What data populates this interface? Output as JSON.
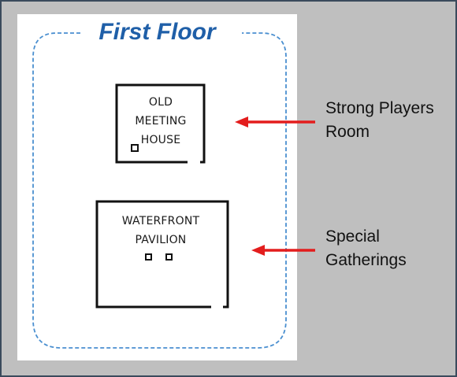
{
  "title": "First Floor",
  "colors": {
    "background": "#bfbfbf",
    "frame_border": "#3a4a5c",
    "title_blue": "#1f5fa8",
    "dash_blue": "#4a8fd0",
    "arrow_red": "#e31d1d",
    "wall": "#111111"
  },
  "rooms": [
    {
      "name": "old-meeting-house",
      "label": "OLD\nMEETING\nHOUSE",
      "annotation": "Strong Players\nRoom"
    },
    {
      "name": "waterfront-pavilion",
      "label": "WATERFRONT\nPAVILION",
      "annotation": "Special\nGatherings"
    }
  ]
}
